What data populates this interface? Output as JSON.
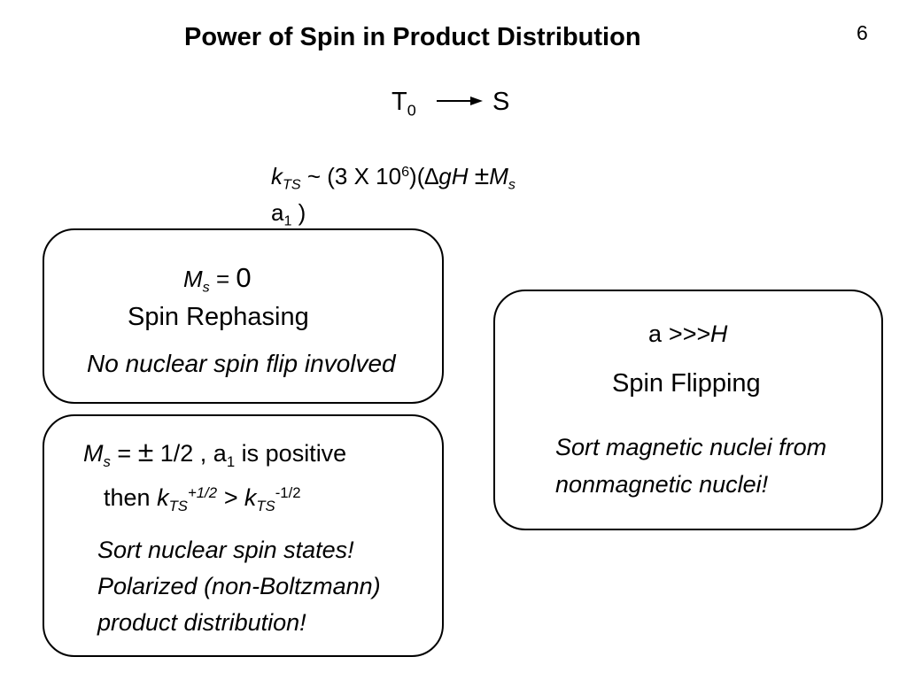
{
  "slide": {
    "title": "Power of Spin in Product Distribution",
    "page_number": "6"
  },
  "transition": {
    "from": "T",
    "from_sub": "0",
    "to": "S"
  },
  "rate_equation": {
    "k": "k",
    "k_sub": "TS",
    "tilde": "~ (3 X 10",
    "exp": "6",
    "close_open": ")(",
    "delta": "∆",
    "gH": "gH",
    "pm": "±",
    "M": "M",
    "M_sub": "s",
    "a": "a",
    "a_sub": "1",
    "end": ")"
  },
  "box_rephasing": {
    "ms_label": "M",
    "ms_sub": "s",
    "ms_eq": "=",
    "ms_value": "0",
    "title": "Spin Rephasing",
    "note": "No nuclear spin flip involved"
  },
  "box_half": {
    "ms_label": "M",
    "ms_sub": "s",
    "ms_eq": "=",
    "pm": "±",
    "value": "1/2 , a",
    "a_sub": "1",
    "tail": "is positive",
    "then": "then",
    "k1": "k",
    "k1_sub": "TS",
    "k1_sup": "+1/2",
    "gt": ">",
    "k2": "k",
    "k2_sub": "TS",
    "k2_sup": "-1/2",
    "note_line1": "Sort nuclear spin states!",
    "note_line2": "Polarized (non-Boltzmann)",
    "note_line3": "product distribution!"
  },
  "box_flipping": {
    "cond_a": "a",
    "cond_op": ">>>",
    "cond_H": "H",
    "title": "Spin Flipping",
    "note_line1": "Sort magnetic nuclei from",
    "note_line2": "nonmagnetic nuclei!"
  }
}
